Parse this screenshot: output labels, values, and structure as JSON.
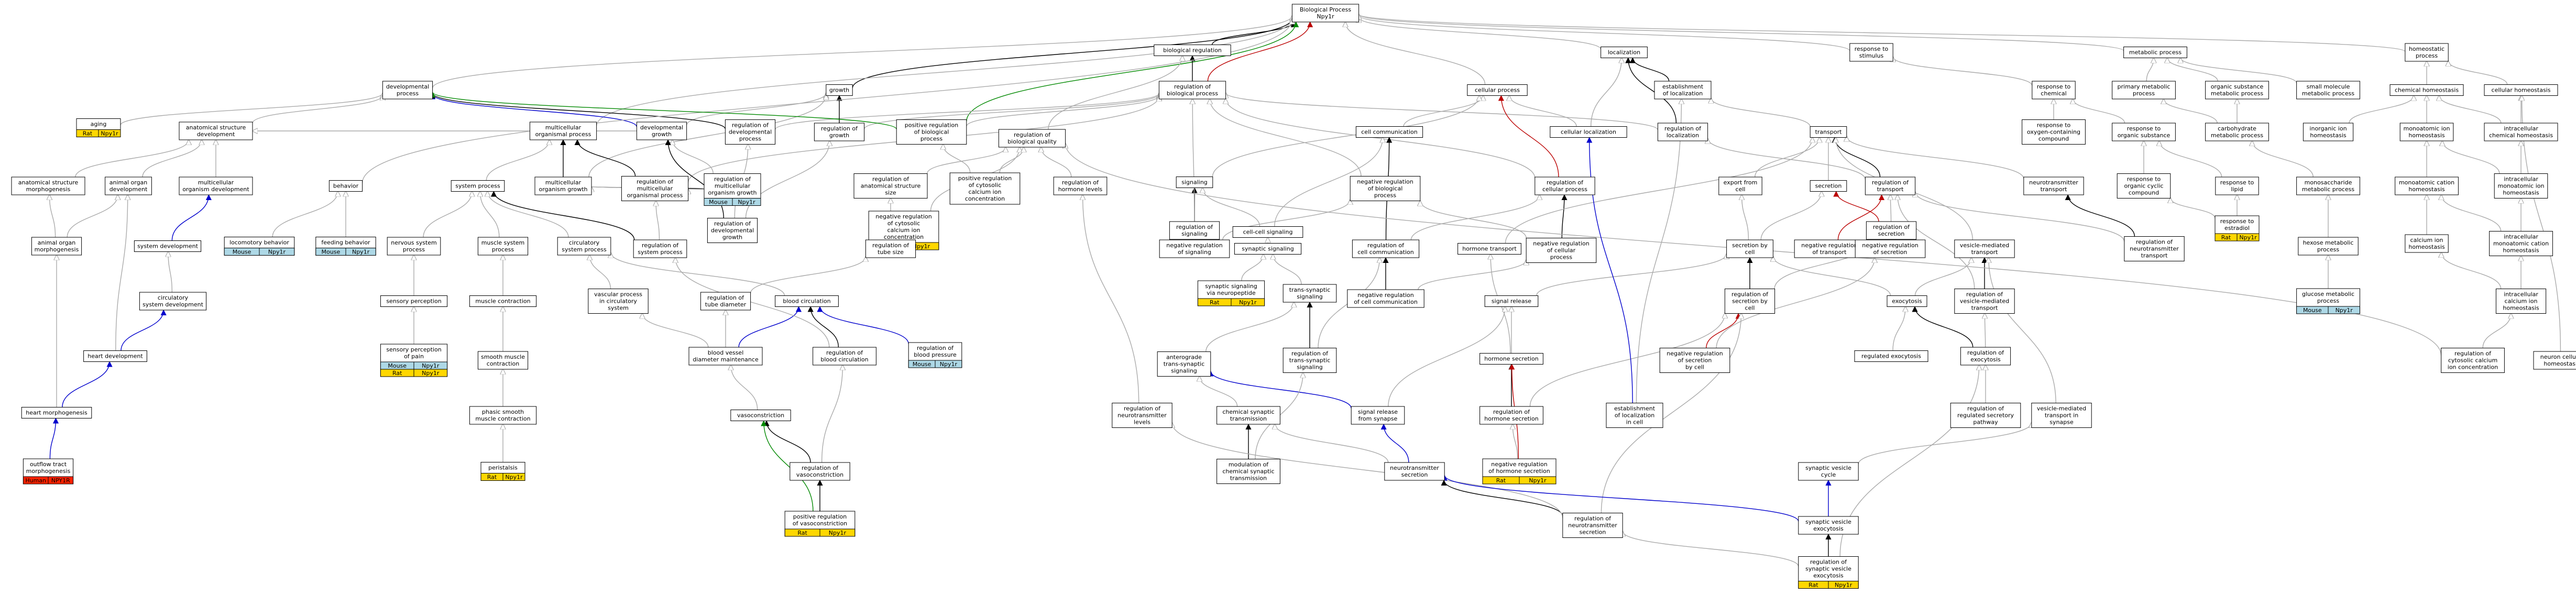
{
  "colors": {
    "gray": "#aaaaaa",
    "black": "#000000",
    "blue": "#0000cc",
    "red": "#bb0000",
    "green": "#008800",
    "node_border": "#000000",
    "tag_yellow": "#ffd700",
    "tag_blue": "#add8e6",
    "tag_red": "#ff2200"
  },
  "nodes": [
    {
      "id": "bp",
      "lines": [
        "Biological Process",
        "Npy1r"
      ]
    },
    {
      "id": "devproc",
      "lines": [
        "developmental",
        "process"
      ]
    },
    {
      "id": "growth",
      "lines": [
        "growth"
      ]
    },
    {
      "id": "bioreg",
      "lines": [
        "biological regulation"
      ]
    },
    {
      "id": "cellproc",
      "lines": [
        "cellular process"
      ]
    },
    {
      "id": "localization",
      "lines": [
        "localization"
      ]
    },
    {
      "id": "respstim",
      "lines": [
        "response to",
        "stimulus"
      ]
    },
    {
      "id": "metproc",
      "lines": [
        "metabolic process"
      ]
    },
    {
      "id": "homeoproc",
      "lines": [
        "homeostatic",
        "process"
      ]
    },
    {
      "id": "aging",
      "lines": [
        "aging"
      ],
      "tags": [
        {
          "t": "Rat",
          "c": "tag_yellow"
        },
        {
          "t": "Npy1r",
          "c": "tag_yellow"
        }
      ]
    },
    {
      "id": "anatdev",
      "lines": [
        "anatomical structure",
        "development"
      ]
    },
    {
      "id": "multiproc",
      "lines": [
        "multicellular",
        "organismal process"
      ]
    },
    {
      "id": "devgrowth",
      "lines": [
        "developmental",
        "growth"
      ]
    },
    {
      "id": "regdevproc",
      "lines": [
        "regulation of",
        "developmental",
        "process"
      ]
    },
    {
      "id": "reggrowth",
      "lines": [
        "regulation of",
        "growth"
      ]
    },
    {
      "id": "posregbp",
      "lines": [
        "positive regulation",
        "of biological",
        "process"
      ]
    },
    {
      "id": "regbp",
      "lines": [
        "regulation of",
        "biological process"
      ]
    },
    {
      "id": "estloc",
      "lines": [
        "establishment",
        "of localization"
      ]
    },
    {
      "id": "respchem",
      "lines": [
        "response to",
        "chemical"
      ]
    },
    {
      "id": "primmet",
      "lines": [
        "primary metabolic",
        "process"
      ]
    },
    {
      "id": "orgsub",
      "lines": [
        "organic substance",
        "metabolic process"
      ]
    },
    {
      "id": "smallmol",
      "lines": [
        "small molecule",
        "metabolic process"
      ]
    },
    {
      "id": "chemhomeo",
      "lines": [
        "chemical homeostasis"
      ]
    },
    {
      "id": "cellhomeo",
      "lines": [
        "cellular homeostasis"
      ]
    },
    {
      "id": "regbioqual",
      "lines": [
        "regulation of",
        "biological quality"
      ]
    },
    {
      "id": "cellcomm",
      "lines": [
        "cell communication"
      ]
    },
    {
      "id": "cellloc",
      "lines": [
        "cellular localization"
      ]
    },
    {
      "id": "regloc",
      "lines": [
        "regulation of",
        "localization"
      ]
    },
    {
      "id": "transport",
      "lines": [
        "transport"
      ]
    },
    {
      "id": "respoxy",
      "lines": [
        "response to",
        "oxygen-containing",
        "compound"
      ]
    },
    {
      "id": "respsub",
      "lines": [
        "response to",
        "organic substance"
      ]
    },
    {
      "id": "carbmet",
      "lines": [
        "carbohydrate",
        "metabolic process"
      ]
    },
    {
      "id": "inorgion",
      "lines": [
        "inorganic ion",
        "homeostasis"
      ]
    },
    {
      "id": "monoion",
      "lines": [
        "monoatomic ion",
        "homeostasis"
      ]
    },
    {
      "id": "intramono",
      "lines": [
        "intracellular",
        "chemical homeostasis"
      ]
    },
    {
      "id": "anatmorph",
      "lines": [
        "anatomical structure",
        "morphogenesis"
      ]
    },
    {
      "id": "animorgdev",
      "lines": [
        "animal organ",
        "development"
      ]
    },
    {
      "id": "multiorgdev",
      "lines": [
        "multicellular",
        "organism development"
      ]
    },
    {
      "id": "behavior",
      "lines": [
        "behavior"
      ]
    },
    {
      "id": "sysproc",
      "lines": [
        "system process"
      ]
    },
    {
      "id": "multigrowth",
      "lines": [
        "multicellular",
        "organism growth"
      ]
    },
    {
      "id": "regmultiproc",
      "lines": [
        "regulation of",
        "multicellular",
        "organismal process"
      ]
    },
    {
      "id": "regmultigrowth",
      "lines": [
        "regulation of",
        "multicellular",
        "organism growth"
      ],
      "tags": [
        {
          "t": "Mouse",
          "c": "tag_blue"
        },
        {
          "t": "Npy1r",
          "c": "tag_blue"
        }
      ]
    },
    {
      "id": "regdevgrowth",
      "lines": [
        "regulation of",
        "developmental",
        "growth"
      ]
    },
    {
      "id": "regansize",
      "lines": [
        "regulation of",
        "anatomical structure",
        "size"
      ]
    },
    {
      "id": "negregcyt",
      "lines": [
        "negative regulation",
        "of cytosolic",
        "calcium ion",
        "concentration"
      ],
      "tags": [
        {
          "t": "Rat",
          "c": "tag_yellow"
        },
        {
          "t": "Npy1r",
          "c": "tag_yellow"
        }
      ]
    },
    {
      "id": "posregcyt",
      "lines": [
        "positive regulation",
        "of cytosolic",
        "calcium ion",
        "concentration"
      ]
    },
    {
      "id": "regcellproc",
      "lines": [
        "regulation of",
        "cellular process"
      ]
    },
    {
      "id": "exportcell",
      "lines": [
        "export from",
        "cell"
      ]
    },
    {
      "id": "secretion",
      "lines": [
        "secretion"
      ]
    },
    {
      "id": "regtransport",
      "lines": [
        "regulation of",
        "transport"
      ]
    },
    {
      "id": "nttransport",
      "lines": [
        "neurotransmitter",
        "transport"
      ]
    },
    {
      "id": "resporgcyc",
      "lines": [
        "response to",
        "organic cyclic",
        "compound"
      ]
    },
    {
      "id": "resplipid",
      "lines": [
        "response to",
        "lipid"
      ]
    },
    {
      "id": "monosacc",
      "lines": [
        "monosaccharide",
        "metabolic process"
      ]
    },
    {
      "id": "monocation",
      "lines": [
        "monoatomic cation",
        "homeostasis"
      ]
    },
    {
      "id": "intramonoion",
      "lines": [
        "intracellular",
        "monoatomic ion",
        "homeostasis"
      ]
    },
    {
      "id": "regansize2",
      "lines": [
        "regulation of",
        "hormone levels"
      ]
    },
    {
      "id": "signaling",
      "lines": [
        "signaling"
      ]
    },
    {
      "id": "regsignaling",
      "lines": [
        "regulation of",
        "signaling"
      ]
    },
    {
      "id": "negregbp",
      "lines": [
        "negative regulation",
        "of biological",
        "process"
      ]
    },
    {
      "id": "regcellcomm",
      "lines": [
        "regulation of",
        "cell communication"
      ]
    },
    {
      "id": "negregcellproc",
      "lines": [
        "negative regulation",
        "of cellular",
        "process"
      ]
    },
    {
      "id": "regsecretion",
      "lines": [
        "regulation of",
        "secretion"
      ]
    },
    {
      "id": "regnttransport",
      "lines": [
        "regulation of",
        "neurotransmitter",
        "transport"
      ]
    },
    {
      "id": "resp_estradiol",
      "lines": [
        "response to",
        "estradiol"
      ],
      "tags": [
        {
          "t": "Rat",
          "c": "tag_yellow"
        },
        {
          "t": "Npy1r",
          "c": "tag_yellow"
        }
      ]
    },
    {
      "id": "hexose",
      "lines": [
        "hexose metabolic",
        "process"
      ]
    },
    {
      "id": "calciumion",
      "lines": [
        "calcium ion",
        "homeostasis"
      ]
    },
    {
      "id": "intramonocat",
      "lines": [
        "intracellular",
        "monoatomic cation",
        "homeostasis"
      ]
    },
    {
      "id": "animorgmorph",
      "lines": [
        "animal organ",
        "morphogenesis"
      ]
    },
    {
      "id": "sysdev",
      "lines": [
        "system development"
      ]
    },
    {
      "id": "locomotory",
      "lines": [
        "locomotory behavior"
      ],
      "tags": [
        {
          "t": "Mouse",
          "c": "tag_blue"
        },
        {
          "t": "Npy1r",
          "c": "tag_blue"
        }
      ]
    },
    {
      "id": "feeding",
      "lines": [
        "feeding behavior"
      ],
      "tags": [
        {
          "t": "Mouse",
          "c": "tag_blue"
        },
        {
          "t": "Npy1r",
          "c": "tag_blue"
        }
      ]
    },
    {
      "id": "nervsys",
      "lines": [
        "nervous system",
        "process"
      ]
    },
    {
      "id": "muscsys",
      "lines": [
        "muscle system",
        "process"
      ]
    },
    {
      "id": "circsys",
      "lines": [
        "circulatory",
        "system process"
      ]
    },
    {
      "id": "regsysproc",
      "lines": [
        "regulation of",
        "system process"
      ]
    },
    {
      "id": "regtubesize",
      "lines": [
        "regulation of",
        "tube size"
      ]
    },
    {
      "id": "cellcellsig",
      "lines": [
        "cell-cell signaling"
      ]
    },
    {
      "id": "negregsig",
      "lines": [
        "negative regulation",
        "of signaling"
      ]
    },
    {
      "id": "synsig",
      "lines": [
        "synaptic signaling"
      ]
    },
    {
      "id": "secbycell",
      "lines": [
        "secretion by",
        "cell"
      ]
    },
    {
      "id": "negregtransport",
      "lines": [
        "negative regulation",
        "of transport"
      ]
    },
    {
      "id": "negregsecretion",
      "lines": [
        "negative regulation",
        "of secretion"
      ]
    },
    {
      "id": "vesicletransport",
      "lines": [
        "vesicle-mediated",
        "transport"
      ]
    },
    {
      "id": "hormonetransport",
      "lines": [
        "hormone transport"
      ]
    },
    {
      "id": "negregcellcomm",
      "lines": [
        "negative regulation",
        "of cell communication"
      ]
    },
    {
      "id": "glucosemet",
      "lines": [
        "glucose metabolic",
        "process"
      ],
      "tags": [
        {
          "t": "Mouse",
          "c": "tag_blue"
        },
        {
          "t": "Npy1r",
          "c": "tag_blue"
        }
      ]
    },
    {
      "id": "intracalc",
      "lines": [
        "intracellular",
        "calcium ion",
        "homeostasis"
      ]
    },
    {
      "id": "circsysdev",
      "lines": [
        "circulatory",
        "system development"
      ]
    },
    {
      "id": "sensperc",
      "lines": [
        "sensory perception"
      ]
    },
    {
      "id": "musccontr",
      "lines": [
        "muscle contraction"
      ]
    },
    {
      "id": "vascproc",
      "lines": [
        "vascular process",
        "in circulatory",
        "system"
      ]
    },
    {
      "id": "regtubediam",
      "lines": [
        "regulation of",
        "tube diameter"
      ]
    },
    {
      "id": "bloodcirc",
      "lines": [
        "blood circulation"
      ]
    },
    {
      "id": "synsigneuro",
      "lines": [
        "synaptic signaling",
        "via neuropeptide"
      ],
      "tags": [
        {
          "t": "Rat",
          "c": "tag_yellow"
        },
        {
          "t": "Npy1r",
          "c": "tag_yellow"
        }
      ]
    },
    {
      "id": "transsyn",
      "lines": [
        "trans-synaptic",
        "signaling"
      ]
    },
    {
      "id": "signalrelease",
      "lines": [
        "signal release"
      ]
    },
    {
      "id": "regsecbycell",
      "lines": [
        "regulation of",
        "secretion by",
        "cell"
      ]
    },
    {
      "id": "negregsecbycell",
      "lines": [
        "negative regulation",
        "of secretion",
        "by cell"
      ]
    },
    {
      "id": "exocytosis",
      "lines": [
        "exocytosis"
      ]
    },
    {
      "id": "regvesicletransport",
      "lines": [
        "regulation of",
        "vesicle-mediated",
        "transport"
      ]
    },
    {
      "id": "regcytcalc",
      "lines": [
        "regulation of",
        "cytosolic calcium",
        "ion concentration"
      ]
    },
    {
      "id": "neuroncellhomeo",
      "lines": [
        "neuron cellular",
        "homeostasis"
      ]
    },
    {
      "id": "heartdev",
      "lines": [
        "heart development"
      ]
    },
    {
      "id": "sensperpain",
      "lines": [
        "sensory perception",
        "of pain"
      ],
      "tags": [
        {
          "t": "Mouse",
          "c": "tag_blue"
        },
        {
          "t": "Npy1r",
          "c": "tag_blue"
        },
        {
          "t": "Rat",
          "c": "tag_yellow"
        },
        {
          "t": "Npy1r",
          "c": "tag_yellow"
        }
      ]
    },
    {
      "id": "smoothmusc",
      "lines": [
        "smooth muscle",
        "contraction"
      ]
    },
    {
      "id": "bloodvessel",
      "lines": [
        "blood vessel",
        "diameter maintenance"
      ]
    },
    {
      "id": "regbloodcirc",
      "lines": [
        "regulation of",
        "blood circulation"
      ]
    },
    {
      "id": "regbloodpress",
      "lines": [
        "regulation of",
        "blood pressure"
      ],
      "tags": [
        {
          "t": "Mouse",
          "c": "tag_blue"
        },
        {
          "t": "Npy1r",
          "c": "tag_blue"
        }
      ]
    },
    {
      "id": "anterograde",
      "lines": [
        "anterograde",
        "trans-synaptic",
        "signaling"
      ]
    },
    {
      "id": "regtranssyn",
      "lines": [
        "regulation of",
        "trans-synaptic",
        "signaling"
      ]
    },
    {
      "id": "hormonesec",
      "lines": [
        "hormone secretion"
      ]
    },
    {
      "id": "regexocytosis",
      "lines": [
        "regulated exocytosis"
      ]
    },
    {
      "id": "regexocyt",
      "lines": [
        "regulation of",
        "exocytosis"
      ]
    },
    {
      "id": "heartmorph",
      "lines": [
        "heart morphogenesis"
      ]
    },
    {
      "id": "phasic",
      "lines": [
        "phasic smooth",
        "muscle contraction"
      ]
    },
    {
      "id": "vasoconstriction",
      "lines": [
        "vasoconstriction"
      ]
    },
    {
      "id": "regntlevels",
      "lines": [
        "regulation of",
        "neurotransmitter",
        "levels"
      ]
    },
    {
      "id": "chemsyntrans",
      "lines": [
        "chemical synaptic",
        "transmission"
      ]
    },
    {
      "id": "sigrelsyn",
      "lines": [
        "signal release",
        "from synapse"
      ]
    },
    {
      "id": "reghormsec",
      "lines": [
        "regulation of",
        "hormone secretion"
      ]
    },
    {
      "id": "estlocincell",
      "lines": [
        "establishment",
        "of localization",
        "in cell"
      ]
    },
    {
      "id": "regregsecpath",
      "lines": [
        "regulation of",
        "regulated secretory",
        "pathway"
      ]
    },
    {
      "id": "vesicleinsyn",
      "lines": [
        "vesicle-mediated",
        "transport in",
        "synapse"
      ]
    },
    {
      "id": "outflow",
      "lines": [
        "outflow tract",
        "morphogenesis"
      ],
      "tags": [
        {
          "t": "Human",
          "c": "tag_red"
        },
        {
          "t": "NPY1R",
          "c": "tag_red"
        }
      ]
    },
    {
      "id": "peristalsis",
      "lines": [
        "peristalsis"
      ],
      "tags": [
        {
          "t": "Rat",
          "c": "tag_yellow"
        },
        {
          "t": "Npy1r",
          "c": "tag_yellow"
        }
      ]
    },
    {
      "id": "regvaso",
      "lines": [
        "regulation of",
        "vasoconstriction"
      ]
    },
    {
      "id": "modchemsyn",
      "lines": [
        "modulation of",
        "chemical synaptic",
        "transmission"
      ]
    },
    {
      "id": "ntsecretion",
      "lines": [
        "neurotransmitter",
        "secretion"
      ]
    },
    {
      "id": "negreghormsec",
      "lines": [
        "negative regulation",
        "of hormone secretion"
      ],
      "tags": [
        {
          "t": "Rat",
          "c": "tag_yellow"
        },
        {
          "t": "Npy1r",
          "c": "tag_yellow"
        }
      ]
    },
    {
      "id": "synvesicle",
      "lines": [
        "synaptic vesicle",
        "cycle"
      ]
    },
    {
      "id": "posregvaso",
      "lines": [
        "positive regulation",
        "of vasoconstriction"
      ],
      "tags": [
        {
          "t": "Rat",
          "c": "tag_yellow"
        },
        {
          "t": "Npy1r",
          "c": "tag_yellow"
        }
      ]
    },
    {
      "id": "regntsec",
      "lines": [
        "regulation of",
        "neurotransmitter",
        "secretion"
      ]
    },
    {
      "id": "synvesexo",
      "lines": [
        "synaptic vesicle",
        "exocytosis"
      ]
    },
    {
      "id": "regsynvesexo",
      "lines": [
        "regulation of",
        "synaptic vesicle",
        "exocytosis"
      ],
      "tags": [
        {
          "t": "Rat",
          "c": "tag_yellow"
        },
        {
          "t": "Npy1r",
          "c": "tag_yellow"
        }
      ]
    }
  ]
}
